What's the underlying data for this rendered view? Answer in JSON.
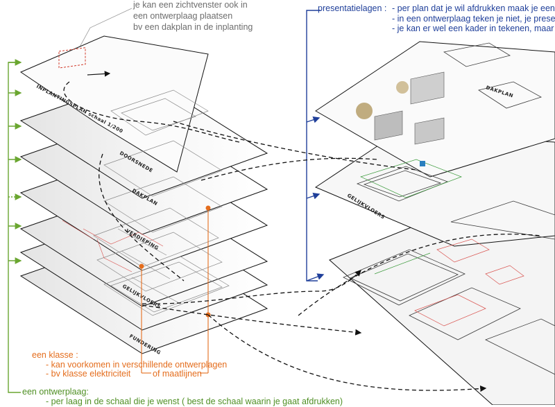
{
  "notes": {
    "zichtvenster": [
      "je kan een zichtvenster ook in",
      "een ontwerplaag plaatsen",
      "bv een dakplan in de inplanting"
    ],
    "presentatie_prefix": "presentatielagen : ",
    "presentatie": [
      "- per plan dat je wil afdrukken maak je een",
      "- in een ontwerplaag teken je niet, je prese",
      "- je kan er wel een kader in tekenen, maar"
    ],
    "klasse": [
      "een klasse :",
      "- kan voorkomen in verschillende ontwerplagen",
      "- bv klasse elektriciteit"
    ],
    "klasse_maatlijnen": "of maatlijnen",
    "ontwerplaag": [
      "een ontwerplaag:",
      "- per laag in de schaal die je wenst ( best de schaal waarin je gaat afdrukken)"
    ]
  },
  "sheet_labels": {
    "inplantingsplan": "INPLANTINGSPLAN schaal 1/200",
    "doorsnede": "DOORSNEDE",
    "dakplan": "DAKPLAN",
    "verdieping": "VERDIEPING",
    "gelijkvloers": "GELIJKVLOERS",
    "fundering": "FUNDERING",
    "gelijkvloers_presentatie": "GELIJKVLOERS",
    "dakplan_presentatie": "DAKPLAN"
  },
  "colors": {
    "gray_text": "#6d6d6d",
    "blue": "#1f3f9a",
    "orange": "#e46d1d",
    "green": "#6aa630",
    "pointer_red": "#d13a2a"
  }
}
